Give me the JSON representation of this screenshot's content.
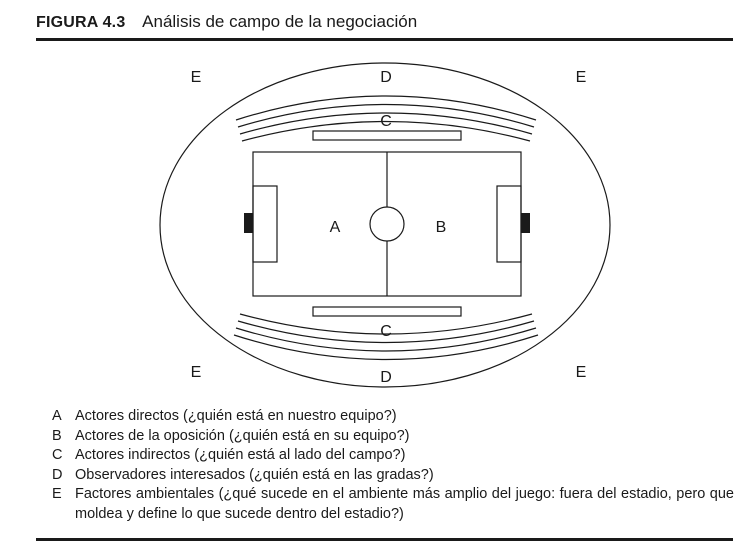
{
  "figure": {
    "number": "FIGURA 4.3",
    "title": "Análisis de campo de la negociación"
  },
  "diagram": {
    "labels": {
      "a": "A",
      "b": "B",
      "c_top": "C",
      "c_bottom": "C",
      "d_top": "D",
      "d_bottom": "D",
      "e_top_left": "E",
      "e_top_right": "E",
      "e_bottom_left": "E",
      "e_bottom_right": "E"
    }
  },
  "legend": [
    {
      "key": "A",
      "text": "Actores directos (¿quién está en nuestro equipo?)"
    },
    {
      "key": "B",
      "text": "Actores de la oposición (¿quién está en su equipo?)"
    },
    {
      "key": "C",
      "text": "Actores indirectos (¿quién está al lado del campo?)"
    },
    {
      "key": "D",
      "text": "Observadores interesados (¿quién está en las gradas?)"
    },
    {
      "key": "E",
      "text": "Factores ambientales (¿qué sucede en el ambiente más amplio del juego: fuera del estadio, pero que moldea y define lo que sucede dentro del estadio?)"
    }
  ]
}
